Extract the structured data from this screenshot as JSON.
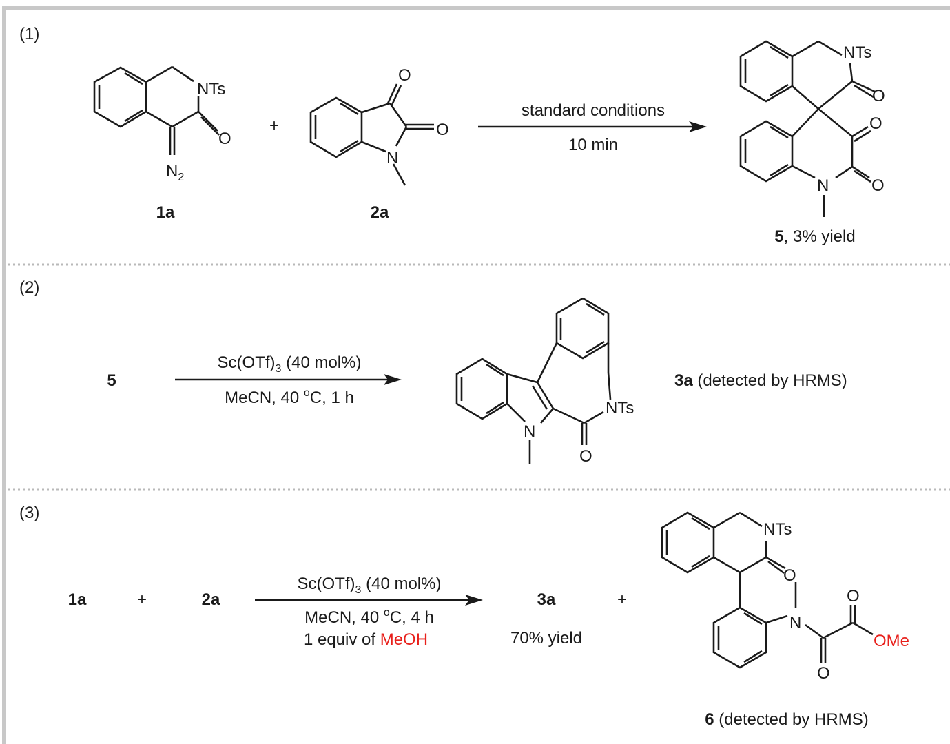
{
  "panels": {
    "p1": {
      "number": "(1)",
      "reactant1": {
        "id": "1a",
        "atoms": {
          "nts": "NTs",
          "o": "O",
          "n2_n": "N",
          "n2_sub": "2"
        }
      },
      "plus": "+",
      "reactant2": {
        "id": "2a",
        "atoms": {
          "o_top": "O",
          "o_right": "O",
          "n": "N"
        }
      },
      "conditions": {
        "above": "standard conditions",
        "below": "10 min"
      },
      "product": {
        "id": "5",
        "yield": ", 3% yield",
        "atoms": {
          "nts": "NTs",
          "o1": "O",
          "o2": "O",
          "o3": "O",
          "n": "N"
        }
      }
    },
    "p2": {
      "number": "(2)",
      "reactant": "5",
      "conditions": {
        "above_pre": "Sc(OTf)",
        "above_sub": "3",
        "above_post": " (40 mol%)",
        "below_pre": "MeCN, 40 ",
        "below_sup": "o",
        "below_post": "C, 1 h"
      },
      "product": {
        "id": "3a",
        "note": " (detected by HRMS)",
        "atoms": {
          "nts": "NTs",
          "n": "N",
          "o": "O"
        }
      }
    },
    "p3": {
      "number": "(3)",
      "reactant1": "1a",
      "plus1": "+",
      "reactant2": "2a",
      "conditions": {
        "above_pre": "Sc(OTf)",
        "above_sub": "3",
        "above_post": " (40 mol%)",
        "below_pre": "MeCN, 40 ",
        "below_sup": "o",
        "below_post": "C, 4 h",
        "additive_pre": "1 equiv of ",
        "additive_red": "MeOH"
      },
      "product1": {
        "id": "3a",
        "yield": "70% yield"
      },
      "plus2": "+",
      "product2": {
        "id": "6",
        "note": " (detected by HRMS)",
        "atoms": {
          "nts": "NTs",
          "o_lactam": "O",
          "n": "N",
          "o_top": "O",
          "o_bottom": "O",
          "ome": "OMe"
        }
      }
    }
  },
  "colors": {
    "highlight": "#e8201b",
    "frame": "#c8c8c8",
    "ink": "#1a1a1a"
  }
}
